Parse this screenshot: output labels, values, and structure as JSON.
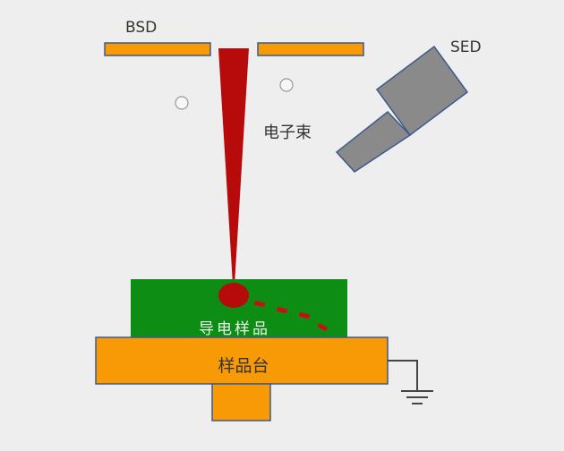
{
  "labels": {
    "bsd": "BSD",
    "sed": "SED",
    "beam": "电子束",
    "sample": "导电样品",
    "stage": "样品台"
  },
  "colors": {
    "background": "#efeeef",
    "orange": "#f89a06",
    "sample_green": "#0e8d15",
    "beam_red": "#b70a0a",
    "detector_gray": "#8a8a8a",
    "outline_blue": "#3c5a8c"
  }
}
